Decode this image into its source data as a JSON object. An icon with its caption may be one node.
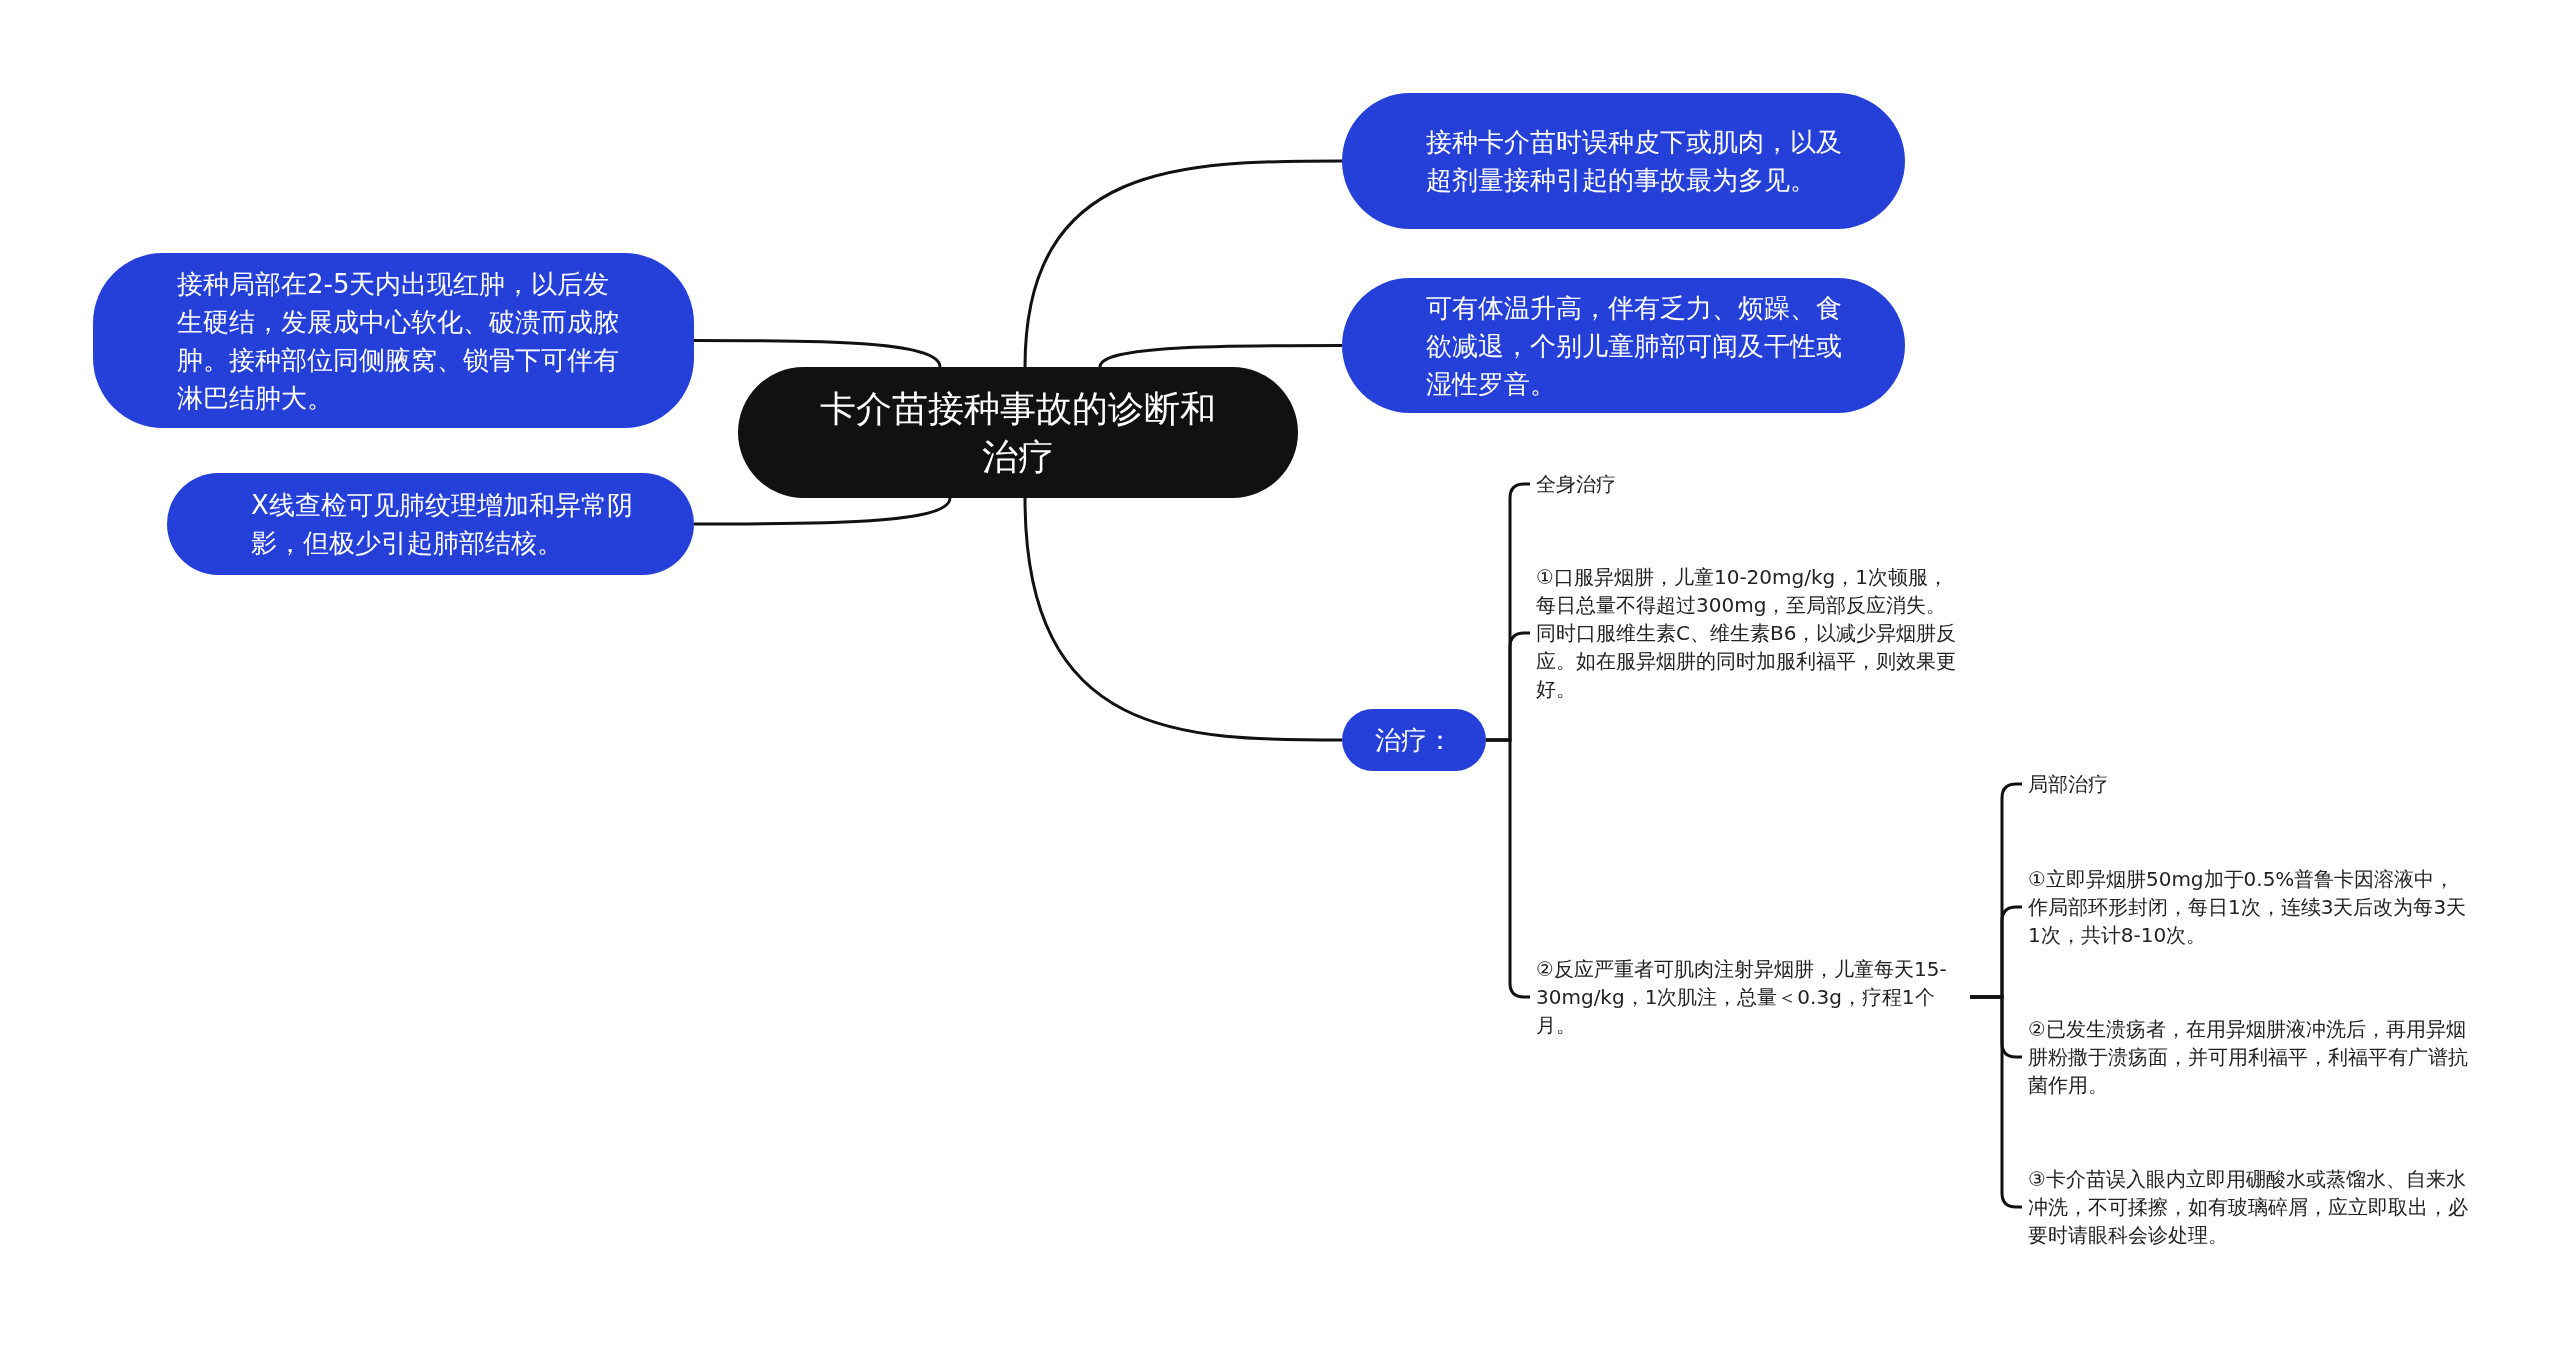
{
  "diagram": {
    "nodes": [
      {
        "text": [
          "卡介苗接种事故的诊断和治疗"
        ]
      },
      {
        "text": [
          "接种局部在2-5天内出现红肿，以后发生硬结，发展成中心软化、破溃而成脓肿。接种部位同侧腋窝、锁骨下可伴有淋巴结肿大。"
        ]
      },
      {
        "text": [
          "X线查检可见肺纹理增加和异常阴影，但极少引起肺部结核。"
        ]
      },
      {
        "text": [
          "接种卡介苗时误种皮下或肌肉，以及超剂量接种引起的事故最为多见。"
        ]
      },
      {
        "text": [
          "可有体温升高，伴有乏力、烦躁、食欲减退，个别儿童肺部可闻及干性或湿性罗音。"
        ]
      },
      {
        "text": [
          "治疗："
        ]
      },
      {
        "text": [
          "全身治疗"
        ]
      },
      {
        "text": [
          "①口服异烟肼，儿童10-20mg/kg，1次顿服，每日总量不得超过300mg，至局部反应消失。同时口服维生素C、维生素B6，以减少异烟肼反应。如在服异烟肼的同时加服利福平，则效果更好。"
        ]
      },
      {
        "text": [
          "②反应严重者可肌肉注射异烟肼，儿童每天15-30mg/kg，1次肌注，总量＜0.3g，疗程1个月。"
        ]
      },
      {
        "text": [
          "局部治疗"
        ]
      },
      {
        "text": [
          "①立即异烟肼50mg加于0.5%普鲁卡因溶液中，作局部环形封闭，每日1次，连续3天后改为每3天1次，共计8-10次。"
        ]
      },
      {
        "text": [
          "②已发生溃疡者，在用异烟肼液冲洗后，再用异烟肼粉撒于溃疡面，并可用利福平，利福平有广谱抗菌作用。"
        ]
      },
      {
        "text": [
          "③卡介苗误入眼内立即用硼酸水或蒸馏水、自来水冲洗，不可揉擦，如有玻璃碎屑，应立即取出，必要时请眼科会诊处理。"
        ]
      }
    ],
    "edges": [
      {
        "from": 0,
        "to": 1,
        "arrow": "none"
      },
      {
        "from": 0,
        "to": 2,
        "arrow": "none"
      },
      {
        "from": 0,
        "to": 3,
        "arrow": "none"
      },
      {
        "from": 0,
        "to": 4,
        "arrow": "none"
      },
      {
        "from": 0,
        "to": 5,
        "arrow": "none"
      },
      {
        "from": 5,
        "to": 6,
        "arrow": "none"
      },
      {
        "from": 5,
        "to": 7,
        "arrow": "none"
      },
      {
        "from": 5,
        "to": 8,
        "arrow": "none"
      },
      {
        "from": 8,
        "to": 9,
        "arrow": "none"
      },
      {
        "from": 8,
        "to": 10,
        "arrow": "none"
      },
      {
        "from": 8,
        "to": 11,
        "arrow": "none"
      },
      {
        "from": 8,
        "to": 12,
        "arrow": "none"
      }
    ]
  }
}
